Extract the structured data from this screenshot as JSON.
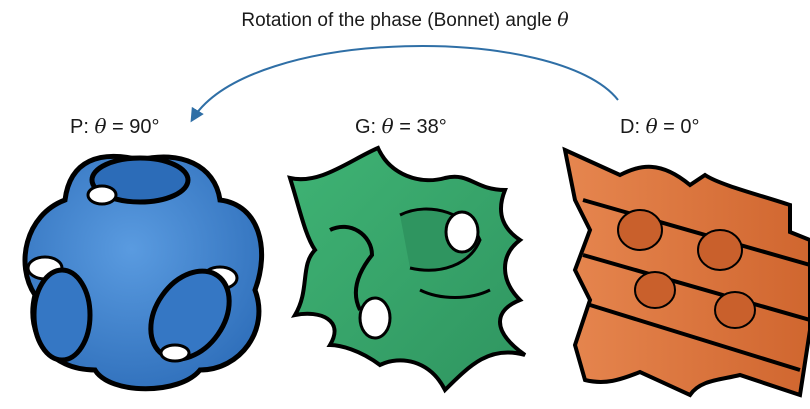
{
  "header": {
    "caption_text": "Rotation of the phase (Bonnet) angle ",
    "caption_symbol": "θ"
  },
  "surfaces": [
    {
      "id": "P",
      "prefix": "P: ",
      "symbol": "θ",
      "value": " = 90°",
      "color": "#3d82d2"
    },
    {
      "id": "G",
      "prefix": "G: ",
      "symbol": "θ",
      "value": " = 38°",
      "color": "#38a56a"
    },
    {
      "id": "D",
      "prefix": "D: ",
      "symbol": "θ",
      "value": " = 0°",
      "color": "#e0733e"
    }
  ],
  "colors": {
    "arrow": "#2f6fa6",
    "outline": "#000000"
  }
}
